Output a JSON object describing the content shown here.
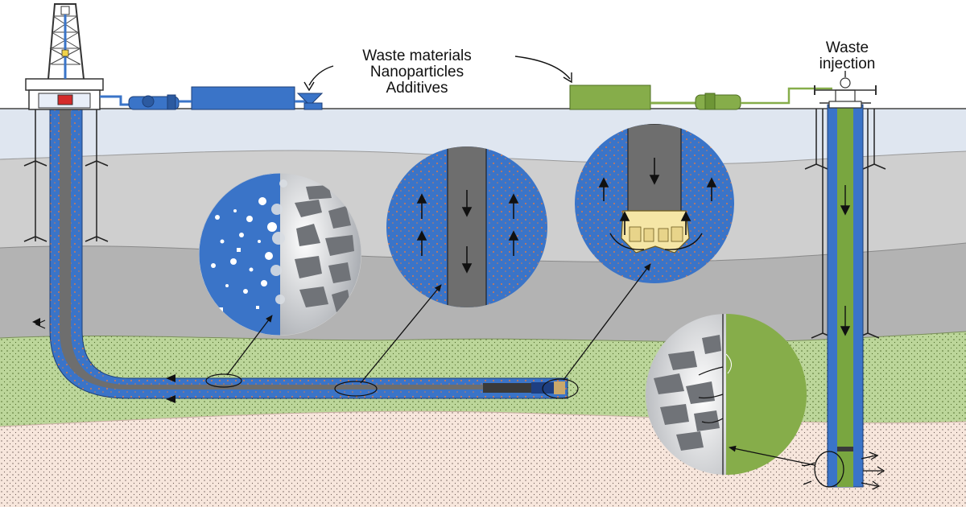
{
  "labels": {
    "materials": [
      "Waste materials",
      "Nanoparticles",
      "Additives"
    ],
    "injection": [
      "Waste",
      "injection"
    ]
  },
  "colors": {
    "sky": "#ffffff",
    "top_layer": "#dfe6f0",
    "grey_layer_light": "#cfcfcf",
    "grey_layer_mid": "#b3b3b3",
    "green_layer": "#bcd69a",
    "sand_layer": "#f7e6dc",
    "drilling_fluid": "#3a74c8",
    "drill_pipe": "#6e6e6e",
    "waste_fluid": "#79a640",
    "equipment_blue": "#3a74c8",
    "equipment_green": "#86ad4a",
    "bit": "#f5e6a6"
  },
  "icons": {
    "rig": "drilling-rig-icon",
    "pump": "mud-pump-icon",
    "mixer": "mixing-unit-icon",
    "hopper": "hopper-icon",
    "wellhead": "wellhead-icon",
    "arrow": "arrow-icon"
  }
}
